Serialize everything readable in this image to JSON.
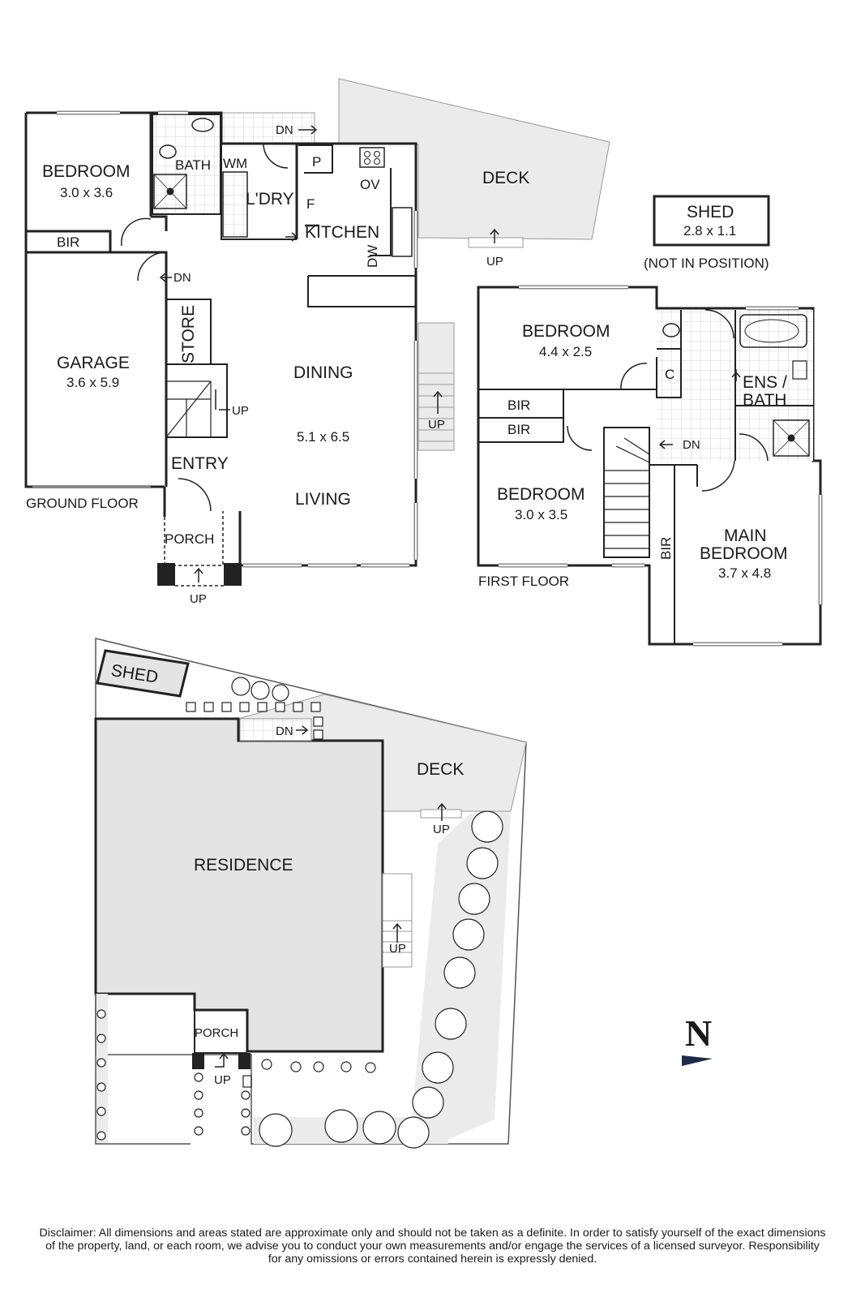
{
  "ground_floor": {
    "caption": "GROUND FLOOR",
    "bedroom": {
      "name": "BEDROOM",
      "dims": "3.0 x 3.6"
    },
    "bath": "BATH",
    "wm": "WM",
    "laundry": "L'DRY",
    "pantry": "P",
    "fridge": "F",
    "oven": "OV",
    "kitchen": "KITCHEN",
    "dishwasher": "DW",
    "bir": "BIR",
    "garage": {
      "name": "GARAGE",
      "dims": "3.6 x 5.9"
    },
    "store": "STORE",
    "dining": "DINING",
    "dining_living_dims": "5.1 x 6.5",
    "living": "LIVING",
    "entry": "ENTRY",
    "porch": "PORCH",
    "deck": "DECK",
    "up": "UP",
    "dn": "DN"
  },
  "shed_box": {
    "name": "SHED",
    "dims": "2.8 x 1.1",
    "note": "(NOT IN POSITION)"
  },
  "first_floor": {
    "caption": "FIRST FLOOR",
    "bedroom_a": {
      "name": "BEDROOM",
      "dims": "4.4 x 2.5"
    },
    "bir_1": "BIR",
    "bir_2": "BIR",
    "bedroom_b": {
      "name": "BEDROOM",
      "dims": "3.0 x 3.5"
    },
    "closet": "C",
    "ens_bath_1": "ENS /",
    "ens_bath_2": "BATH",
    "main_bedroom_1": "MAIN",
    "main_bedroom_2": "BEDROOM",
    "main_dims": "3.7 x 4.8",
    "main_bir": "BIR",
    "dn": "DN"
  },
  "site_plan": {
    "shed": "SHED",
    "residence": "RESIDENCE",
    "deck": "DECK",
    "porch": "PORCH",
    "up": "UP",
    "dn": "DN"
  },
  "compass": {
    "label": "N"
  },
  "disclaimer": {
    "line1": "Disclaimer: All dimensions and areas stated are approximate only and should not be taken as a definite. In order to satisfy yourself of the exact dimensions",
    "line2": "of the property, land, or each room, we advise you to conduct your own measurements and/or engage the services of a licensed surveyor. Responsibility",
    "line3": "for any omissions or errors contained herein is expressly denied."
  }
}
